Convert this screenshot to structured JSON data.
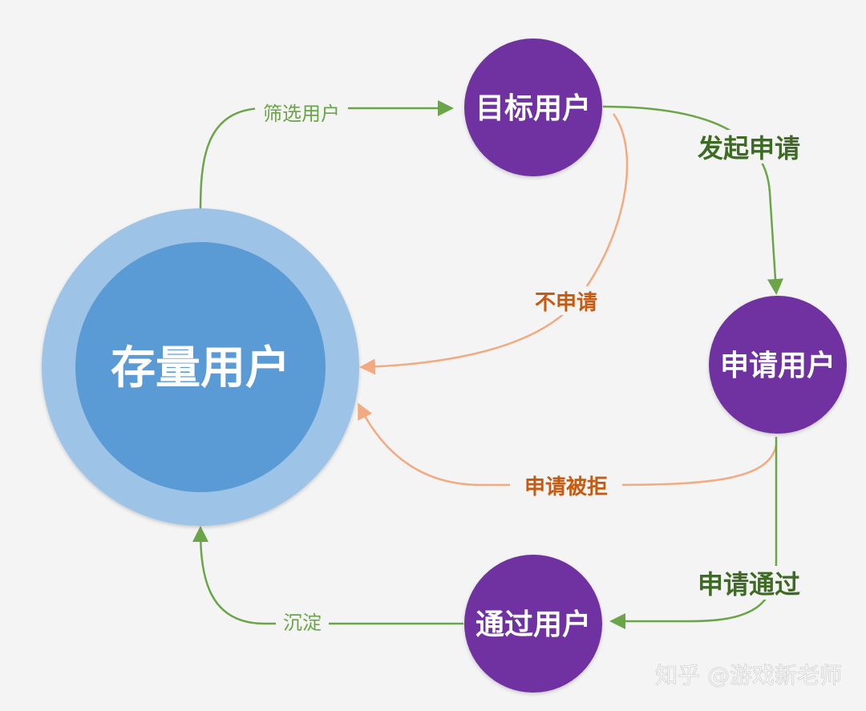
{
  "nodes": {
    "stock_users": {
      "label": "存量用户"
    },
    "target_users": {
      "label": "目标用户"
    },
    "applying_users": {
      "label": "申请用户"
    },
    "approved_users": {
      "label": "通过用户"
    }
  },
  "edges": {
    "filter_users": {
      "label": "筛选用户"
    },
    "initiate_application": {
      "label": "发起申请"
    },
    "no_application": {
      "label": "不申请"
    },
    "application_rejected": {
      "label": "申请被拒"
    },
    "application_approved": {
      "label": "申请通过"
    },
    "settle": {
      "label": "沉淀"
    }
  },
  "watermark": {
    "text": "知乎 @游戏新老师"
  },
  "colors": {
    "background": "#f4f4f4",
    "green_arrow": "#6aa548",
    "green_label_thin": "#6aa548",
    "green_label_bold": "#3e6b23",
    "orange_arrow": "#f2aa80",
    "orange_label": "#c55a11",
    "purple_node": "#7030a0",
    "blue_node_inner": "#5b9bd5",
    "blue_node_ring": "#9dc3e6"
  }
}
